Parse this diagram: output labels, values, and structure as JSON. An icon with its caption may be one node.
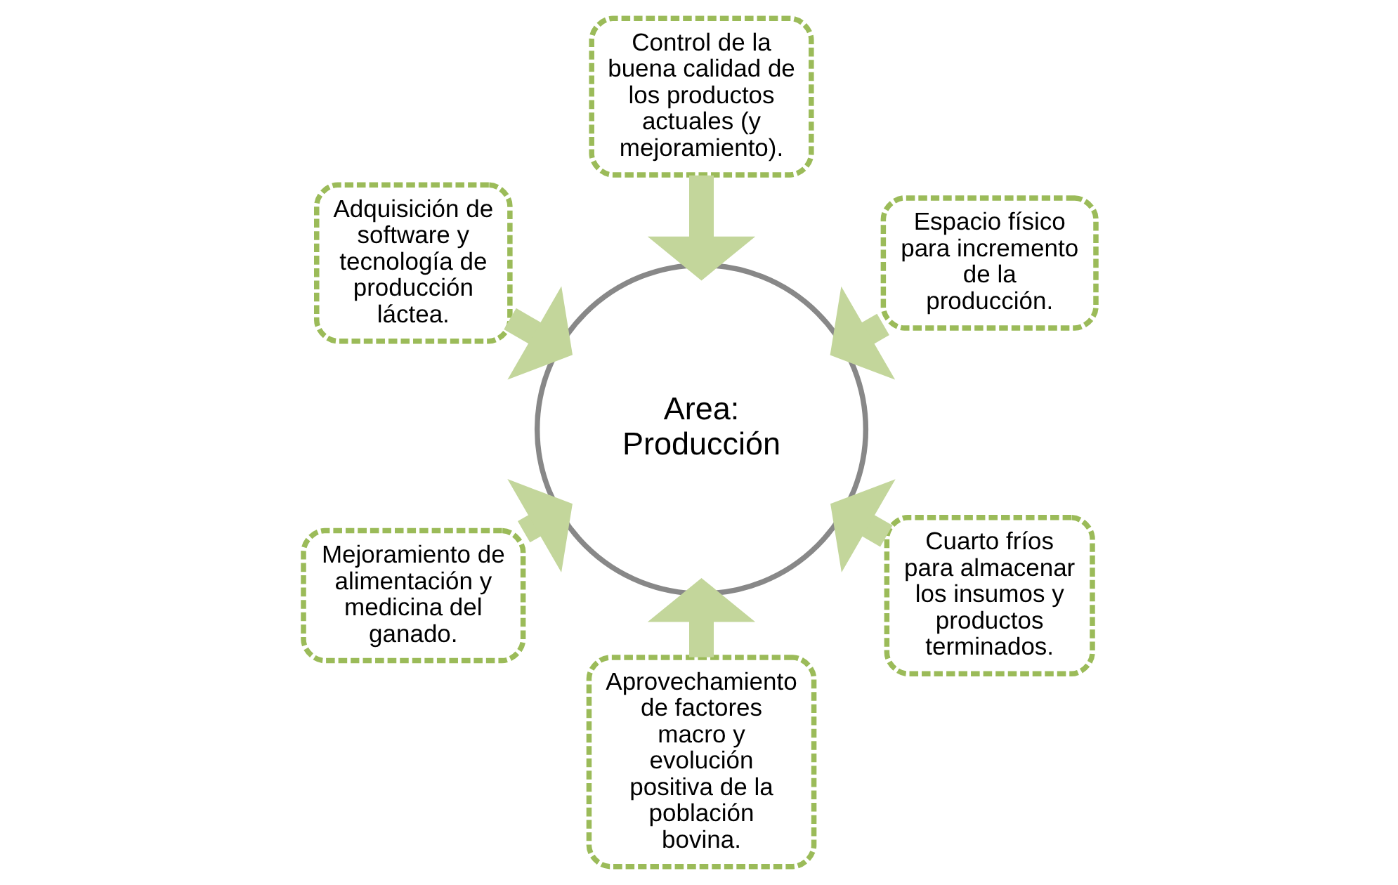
{
  "diagram": {
    "nodes": [
      {
        "text": [
          "Area: Producción"
        ]
      },
      {
        "text": [
          "Espacio físico para incremento de la producción."
        ]
      },
      {
        "text": [
          "Control de la buena calidad de los productos actuales (y mejoramiento)."
        ]
      },
      {
        "text": [
          "Adquisición de software y tecnología de producción láctea."
        ]
      },
      {
        "text": [
          "Mejoramiento de alimentación y medicina del ganado."
        ]
      },
      {
        "text": [
          "Aprovechamiento de factores macro y evolución positiva de la población bovina."
        ]
      },
      {
        "text": [
          "Cuarto fríos para almacenar los insumos y productos terminados."
        ]
      }
    ],
    "edges": [
      {
        "from": 1,
        "to": 0,
        "arrow": "to"
      },
      {
        "from": 2,
        "to": 0,
        "arrow": "to"
      },
      {
        "from": 3,
        "to": 0,
        "arrow": "to"
      },
      {
        "from": 4,
        "to": 0,
        "arrow": "to"
      },
      {
        "from": 5,
        "to": 0,
        "arrow": "to"
      },
      {
        "from": 6,
        "to": 0,
        "arrow": "to"
      }
    ]
  }
}
